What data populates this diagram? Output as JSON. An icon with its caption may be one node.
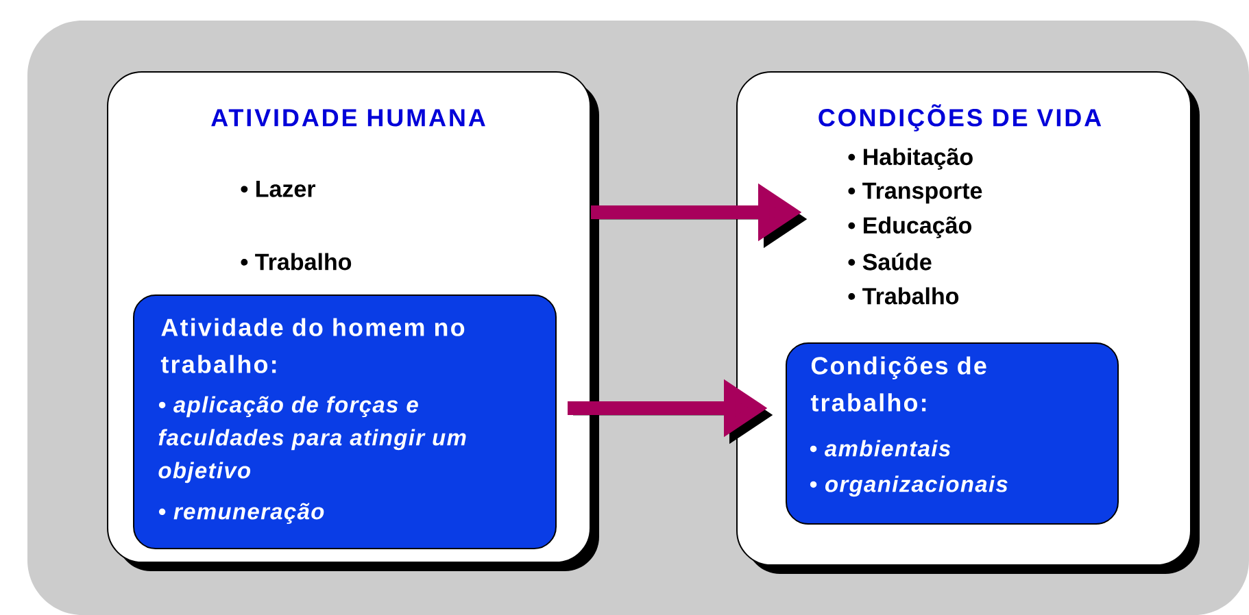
{
  "diagram": {
    "nodes": [
      {
        "text": [
          "ATIVIDADE HUMANA",
          "• Lazer",
          "• Trabalho"
        ]
      },
      {
        "text": [
          "Atividade do homem no trabalho:",
          "• aplicação de forças e faculdades para atingir um objetivo",
          "• remuneração"
        ],
        "in": 0
      },
      {
        "text": [
          "CONDIÇÕES DE VIDA",
          "• Habitação",
          "• Transporte",
          "• Educação",
          "• Saúde",
          "• Trabalho"
        ]
      },
      {
        "text": [
          "Condições de trabalho:",
          "• ambientais",
          "• organizacionais"
        ],
        "in": 2
      }
    ],
    "edges": [
      {
        "from": 0,
        "to": 2,
        "arrow": "to"
      },
      {
        "from": 1,
        "to": 3,
        "arrow": "to"
      }
    ]
  }
}
